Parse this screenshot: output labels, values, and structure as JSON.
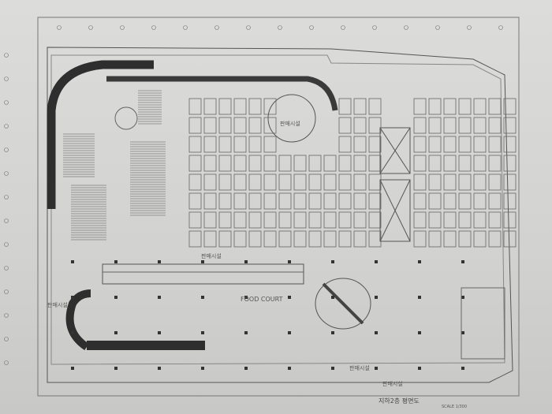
{
  "plan": {
    "title": "지하2층 평면도",
    "scale": "SCALE 1/300",
    "food_court_label": "FOOD COURT",
    "room_labels": [
      "판매시설",
      "판매시설",
      "판매시설",
      "판매시설"
    ],
    "bottom_label": "판매시설"
  },
  "colors": {
    "paper": "#dcdcda",
    "ink": "#4a4a4a",
    "dark_ramp": "#2e2e2e"
  }
}
